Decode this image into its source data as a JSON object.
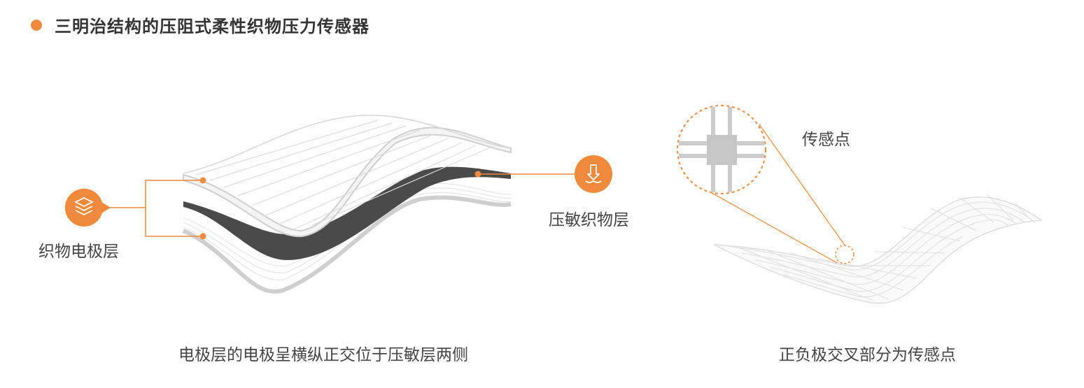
{
  "title": "三明治结构的压阻式柔性织物压力传感器",
  "labels": {
    "electrode_layer": "织物电极层",
    "sensitive_layer": "压敏织物层",
    "sensing_point": "传感点"
  },
  "captions": {
    "left": "电极层的电极呈横纵正交位于压敏层两侧",
    "right": "正负极交叉部分为传感点"
  },
  "icons": {
    "electrode_layer": "layers-icon",
    "sensitive_layer": "press-down-icon"
  },
  "colors": {
    "accent": "#ef8a3c",
    "sensitive_layer": "#4a4a4a",
    "line_gray": "#cfcfcf"
  }
}
